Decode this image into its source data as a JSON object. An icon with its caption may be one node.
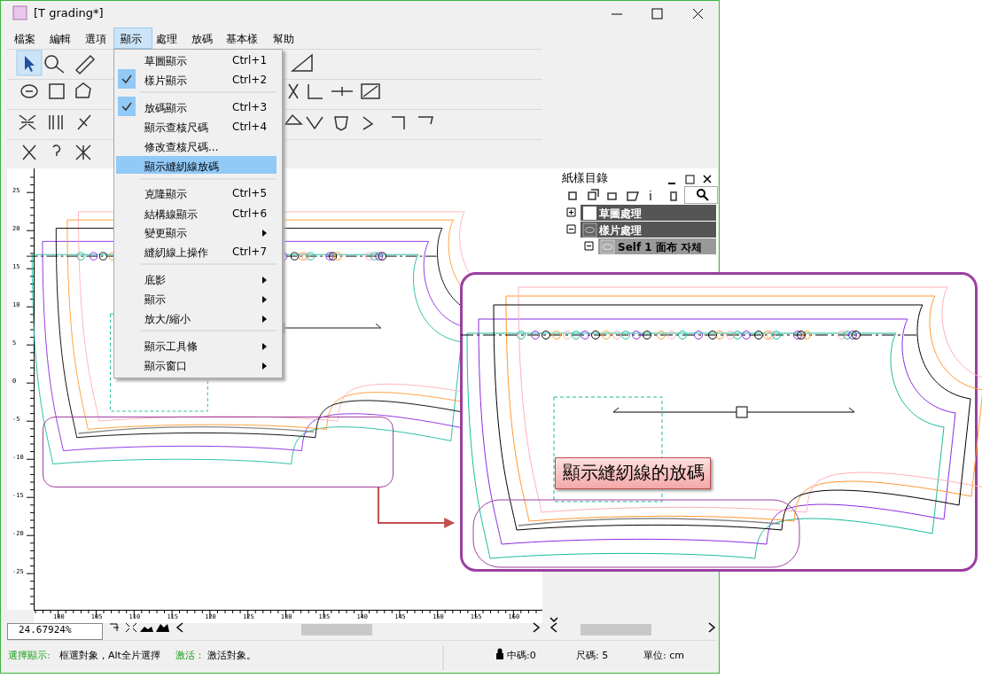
{
  "diagram": {
    "title": "[T grading*]",
    "nodes": [
      {
        "text": [],
        "shape": "box"
      },
      {
        "text": [],
        "shape": "box"
      },
      {
        "text": [
          "顯示縫紉線的放碼"
        ],
        "in": 1
      }
    ],
    "edges": [
      {
        "from": 0,
        "to": 1,
        "arrow": "to"
      }
    ],
    "labels": [
      "檔案",
      "編輯",
      "選項",
      "顯示",
      "處理",
      "放碼",
      "基本樣",
      "幫助",
      "草圖顯示",
      "Ctrl+1",
      "樣片顯示",
      "Ctrl+2",
      "放碼顯示",
      "Ctrl+3",
      "顯示查核尺碼",
      "Ctrl+4",
      "修改查核尺碼...",
      "顯示縫紉線放碼",
      "克隆顯示",
      "Ctrl+5",
      "結構線顯示",
      "Ctrl+6",
      "變更顯示",
      "縫紉線上操作",
      "Ctrl+7",
      "底影",
      "顯示",
      "放大/縮小",
      "顯示工具條",
      "顯示窗口",
      "紙樣目錄",
      "草圖處理",
      "樣片處理",
      "Self 1 面布 자체",
      "25",
      "20",
      "15",
      "10",
      "5",
      "0",
      "-5",
      "-10",
      "-15",
      "-20",
      "-25",
      "100",
      "105",
      "110",
      "115",
      "120",
      "125",
      "130",
      "135",
      "140",
      "145",
      "150",
      "155",
      "160",
      "24.67924%",
      "選擇顯示:",
      "框選對象，Alt全片選擇",
      "激活：",
      "激活對象。",
      "中碼:0",
      "尺碼: 5",
      "單位: cm"
    ]
  }
}
